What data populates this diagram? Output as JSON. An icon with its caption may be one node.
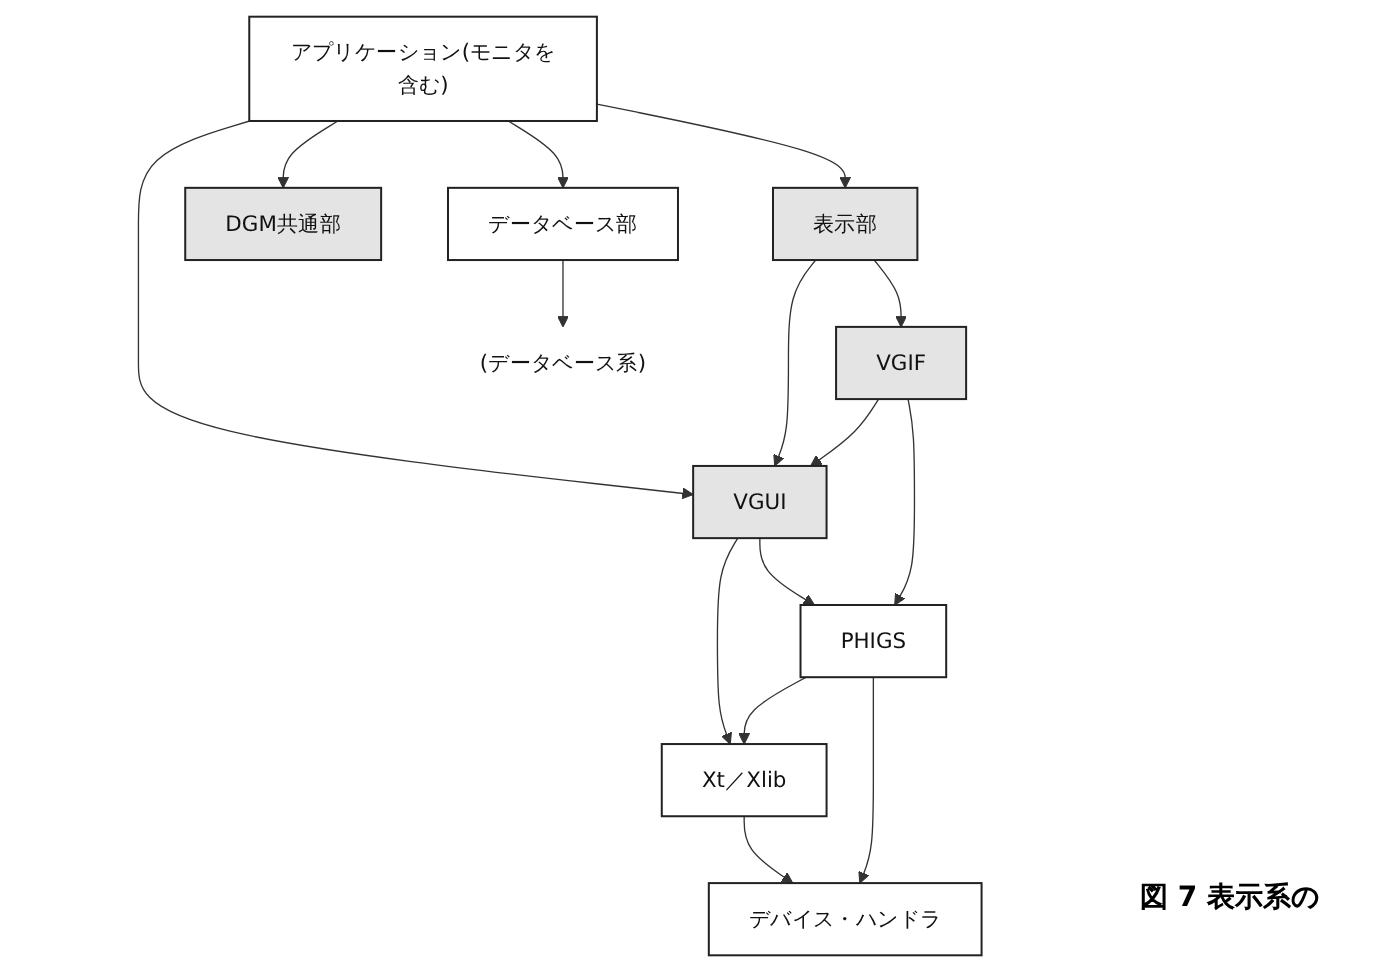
{
  "diagram": {
    "caption": "図 7 表示系の",
    "nodes": [
      {
        "text": [
          "アプリケーション(モニタを含む)"
        ]
      },
      {
        "text": [
          "表示部"
        ]
      },
      {
        "text": [
          "DGM共通部"
        ]
      },
      {
        "text": [
          "データベース部"
        ]
      },
      {
        "text": [
          "VGUI"
        ]
      },
      {
        "text": [
          "VGIF"
        ]
      },
      {
        "text": [
          "(データベース系)"
        ]
      },
      {
        "text": [
          "PHIGS"
        ]
      },
      {
        "text": [
          "Xt／Xlib"
        ]
      },
      {
        "text": [
          "デバイス・ハンドラ"
        ]
      }
    ],
    "edges": [
      {
        "from": 0,
        "to": 4,
        "arrow": "to"
      },
      {
        "from": 0,
        "to": 1,
        "arrow": "to"
      },
      {
        "from": 0,
        "to": 2,
        "arrow": "to"
      },
      {
        "from": 0,
        "to": 3,
        "arrow": "to"
      },
      {
        "from": 1,
        "to": 4,
        "arrow": "to"
      },
      {
        "from": 1,
        "to": 5,
        "arrow": "to"
      },
      {
        "from": 5,
        "to": 4,
        "arrow": "to"
      },
      {
        "from": 3,
        "to": 6,
        "arrow": "to"
      },
      {
        "from": 4,
        "to": 7,
        "arrow": "to"
      },
      {
        "from": 5,
        "to": 7,
        "arrow": "to"
      },
      {
        "from": 4,
        "to": 8,
        "arrow": "to"
      },
      {
        "from": 7,
        "to": 8,
        "arrow": "to"
      },
      {
        "from": 8,
        "to": 9,
        "arrow": "to"
      },
      {
        "from": 7,
        "to": 9,
        "arrow": "to"
      }
    ]
  }
}
